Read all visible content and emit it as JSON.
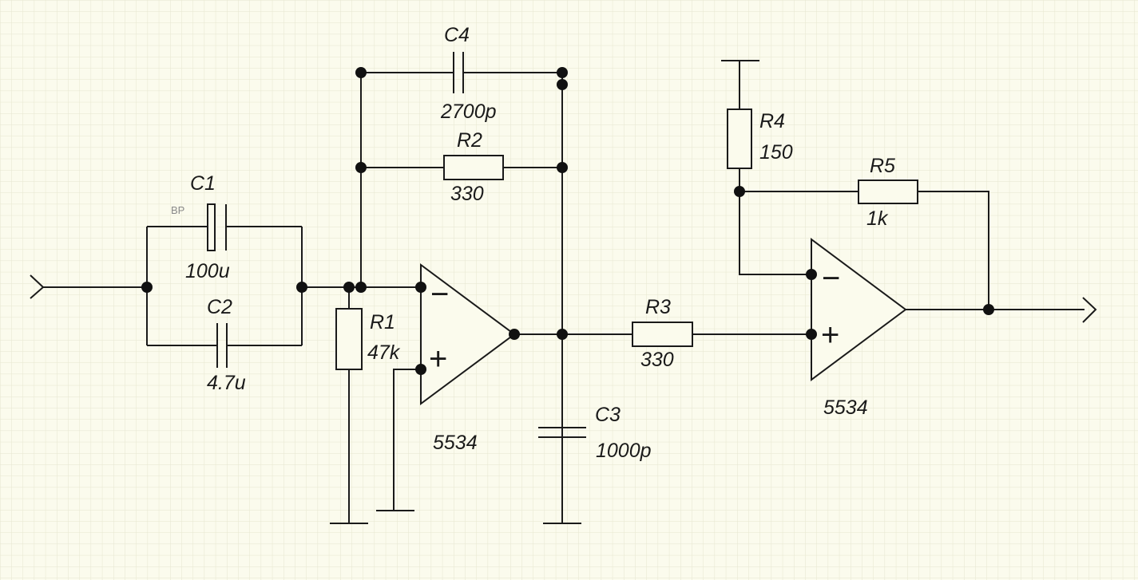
{
  "components": {
    "c1": {
      "name": "C1",
      "value": "100u",
      "tag": "BP"
    },
    "c2": {
      "name": "C2",
      "value": "4.7u"
    },
    "c3": {
      "name": "C3",
      "value": "1000p"
    },
    "c4": {
      "name": "C4",
      "value": "2700p"
    },
    "r1": {
      "name": "R1",
      "value": "47k"
    },
    "r2": {
      "name": "R2",
      "value": "330"
    },
    "r3": {
      "name": "R3",
      "value": "330"
    },
    "r4": {
      "name": "R4",
      "value": "150"
    },
    "r5": {
      "name": "R5",
      "value": "1k"
    },
    "u1": {
      "part": "5534",
      "minus": "−",
      "plus": "+"
    },
    "u2": {
      "part": "5534",
      "minus": "−",
      "plus": "+"
    }
  },
  "colors": {
    "background": "#fbfbed",
    "grid": "#e6e6cf",
    "line": "#1a1a1a"
  }
}
